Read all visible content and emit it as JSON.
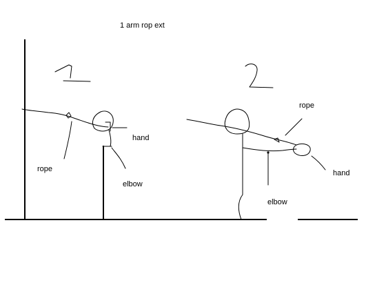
{
  "title": "1 arm rop ext",
  "panel1": {
    "number": "1",
    "labels": {
      "hand": "hand",
      "rope": "rope",
      "elbow": "elbow"
    }
  },
  "panel2": {
    "number": "2",
    "labels": {
      "rope": "rope",
      "hand": "hand",
      "elbow": "elbow"
    }
  },
  "colors": {
    "ink": "#000000",
    "background": "#ffffff"
  }
}
